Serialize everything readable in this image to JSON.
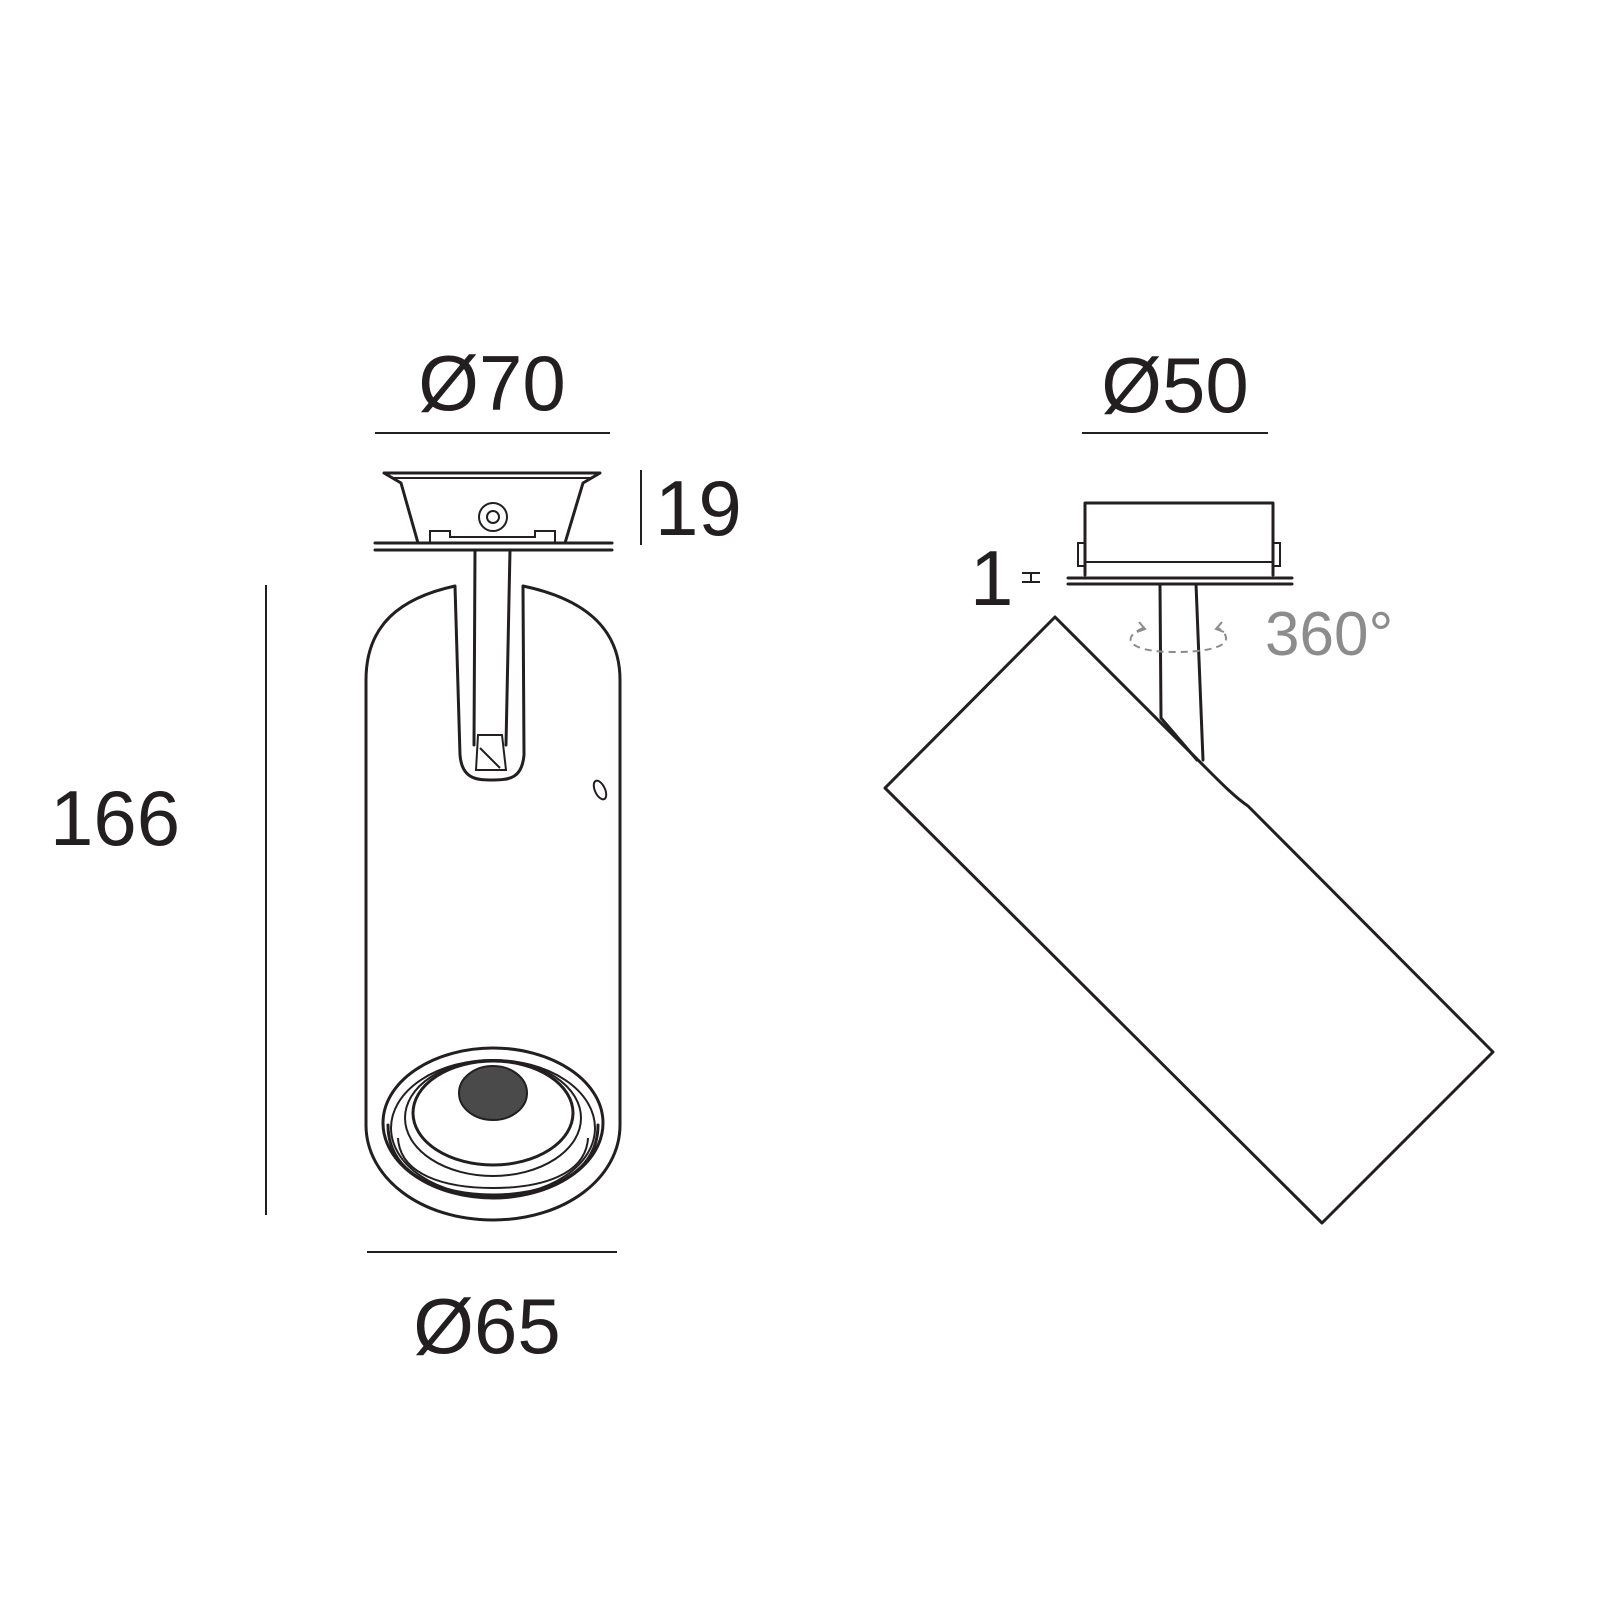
{
  "dimensions": {
    "top_diameter_front": "Ø70",
    "adapter_height": "19",
    "overall_height": "166",
    "body_diameter": "Ø65",
    "top_diameter_side": "Ø50",
    "flange_thickness": "1",
    "rotation": "360°"
  },
  "colors": {
    "line": "#231f20",
    "rotation_annotation": "#8c8c8c",
    "lens": "#4a4a4a"
  }
}
